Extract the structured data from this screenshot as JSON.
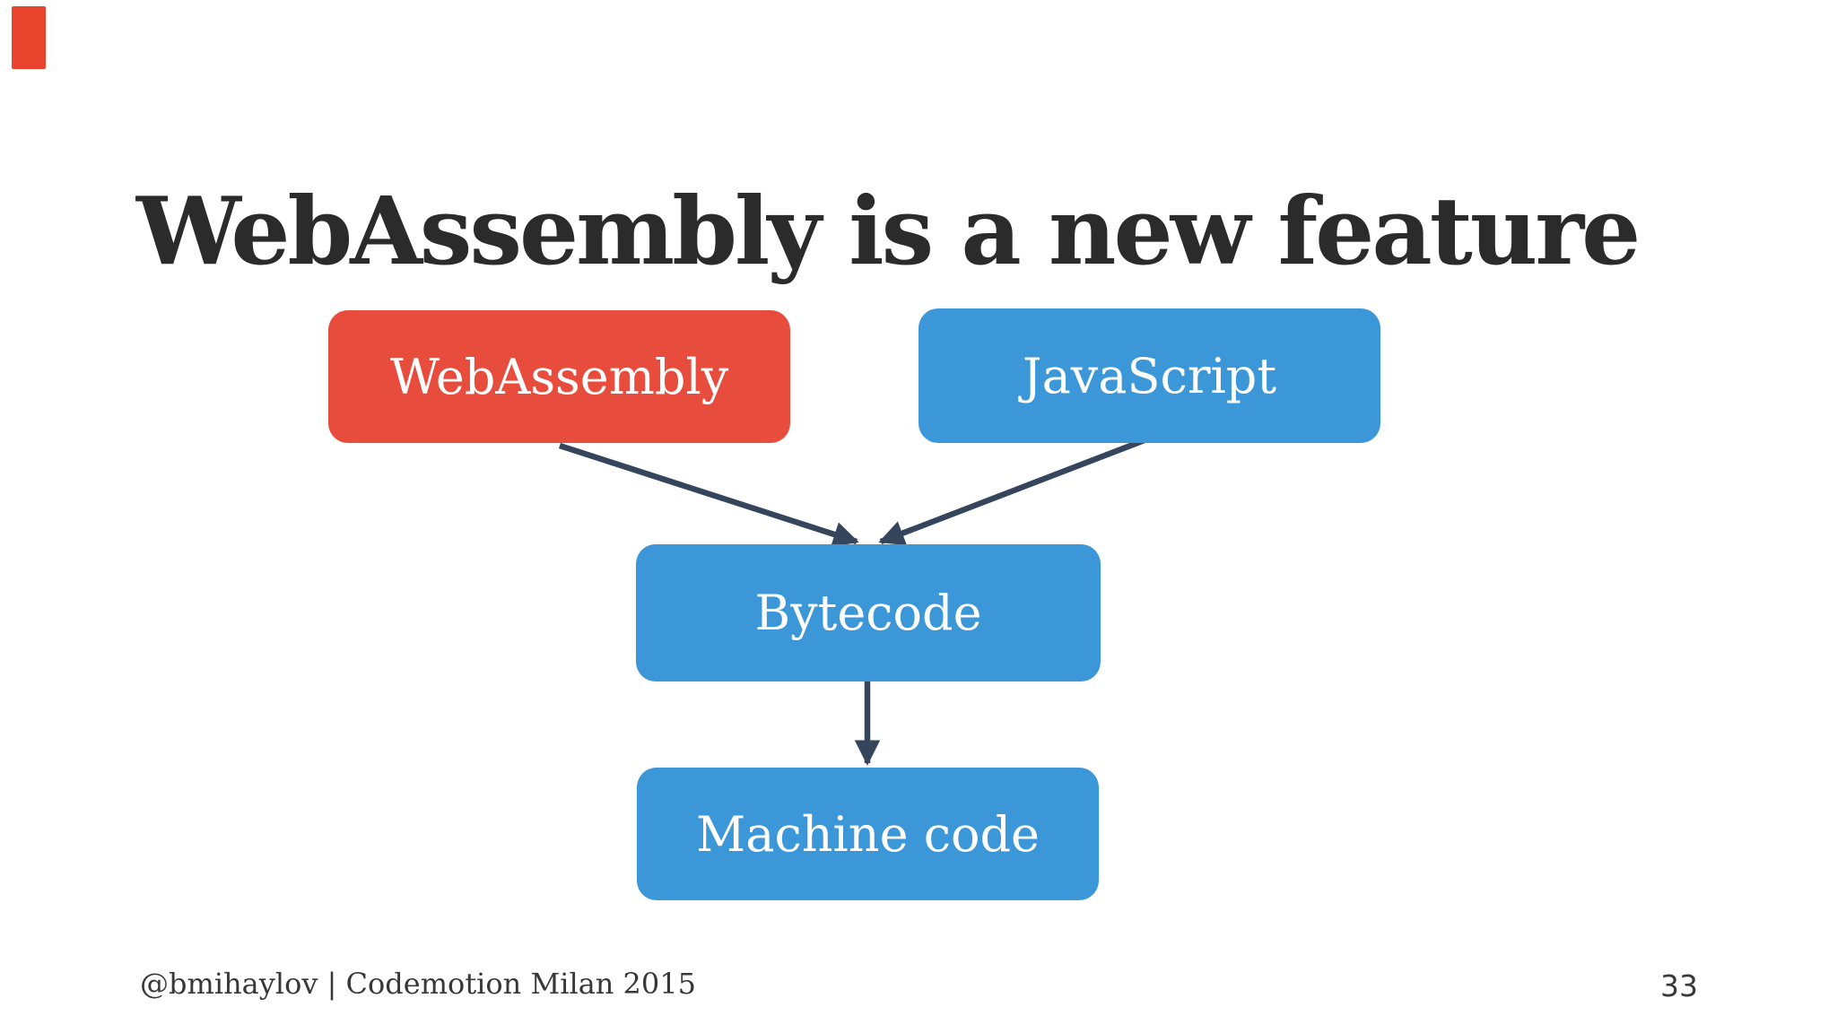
{
  "slide": {
    "title": "WebAssembly is a new feature",
    "footer": "@bmihaylov | Codemotion Milan 2015",
    "page_number": "33"
  },
  "diagram": {
    "nodes": [
      {
        "id": "webassembly",
        "label": "WebAssembly",
        "color_role": "red"
      },
      {
        "id": "javascript",
        "label": "JavaScript",
        "color_role": "blue"
      },
      {
        "id": "bytecode",
        "label": "Bytecode",
        "color_role": "blue"
      },
      {
        "id": "machine-code",
        "label": "Machine code",
        "color_role": "blue"
      }
    ],
    "edges": [
      {
        "from": "webassembly",
        "to": "bytecode"
      },
      {
        "from": "javascript",
        "to": "bytecode"
      },
      {
        "from": "bytecode",
        "to": "machine-code"
      }
    ]
  },
  "colors": {
    "node_red": "#e74c3c",
    "node_blue": "#3b97d8",
    "arrow": "#35455c",
    "title_text": "#2b2b2b",
    "footer_text": "#383838",
    "background": "#ffffff",
    "corner_marker_red": "#e8432c"
  }
}
